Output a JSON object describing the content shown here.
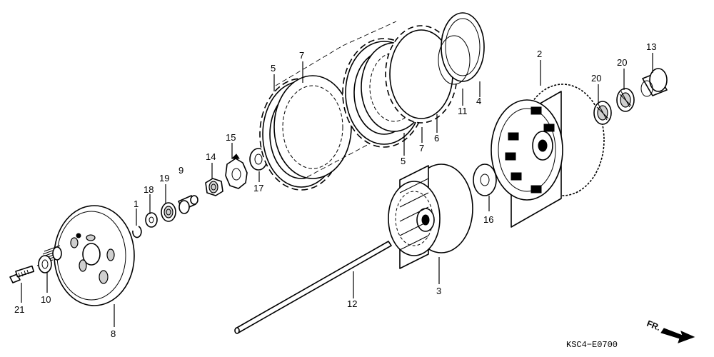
{
  "diagram": {
    "callouts": {
      "c1": "1",
      "c2": "2",
      "c3": "3",
      "c4": "4",
      "c5a": "5",
      "c5b": "5",
      "c6": "6",
      "c7a": "7",
      "c7b": "7",
      "c8": "8",
      "c9": "9",
      "c10": "10",
      "c11": "11",
      "c12": "12",
      "c13": "13",
      "c14": "14",
      "c15": "15",
      "c16": "16",
      "c17": "17",
      "c18": "18",
      "c19": "19",
      "c20a": "20",
      "c20b": "20",
      "c21": "21"
    },
    "direction_label": "FR.",
    "drawing_code": "KSC4−E0700"
  }
}
